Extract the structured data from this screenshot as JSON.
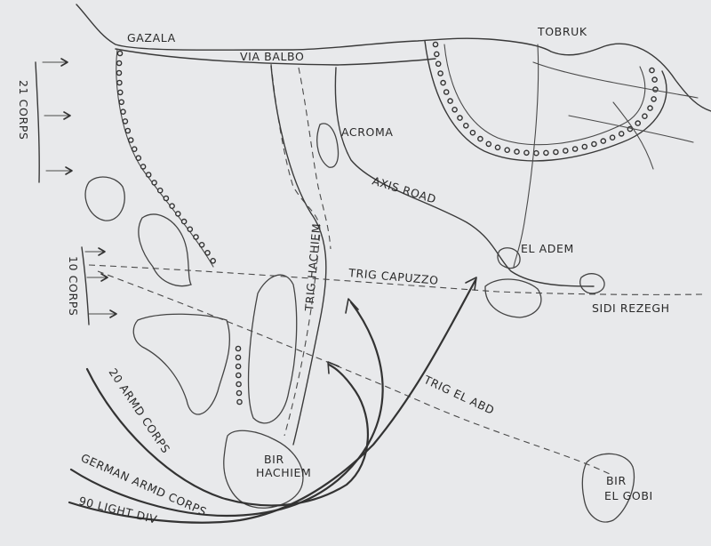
{
  "map": {
    "places": {
      "gazala": "GAZALA",
      "tobruk": "TOBRUK",
      "acroma": "ACROMA",
      "el_adem": "EL ADEM",
      "sidi_rezegh": "SIDI REZEGH",
      "bir_hachiem_1": "BIR",
      "bir_hachiem_2": "HACHIEM",
      "bir_el_gobi_1": "BIR",
      "bir_el_gobi_2": "EL GOBI"
    },
    "roads": {
      "via_balbo": "VIA BALBO",
      "axis_road": "AXIS ROAD",
      "trig_capuzzo": "TRIG CAPUZZO",
      "trig_el_abd": "TRIG EL ABD",
      "trig_hachiem": "TRIG HACHIEM"
    },
    "units": {
      "corps_21": "21 CORPS",
      "corps_10": "10 CORPS",
      "armd_20": "20 ARMD CORPS",
      "german_armd": "GERMAN ARMD CORPS",
      "light_90": "90 LIGHT DIV"
    }
  },
  "colors": {
    "background": "#e8e9eb",
    "ink": "#3a3a3a"
  }
}
